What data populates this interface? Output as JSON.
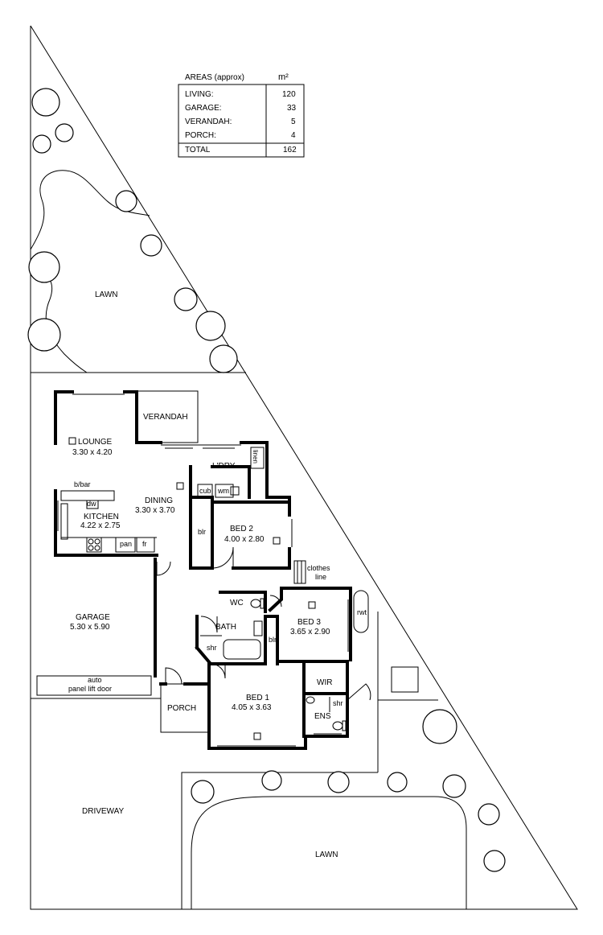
{
  "areas_table": {
    "header": "AREAS (approx)",
    "unit": "m²",
    "rows": [
      {
        "label": "LIVING:",
        "value": "120"
      },
      {
        "label": "GARAGE:",
        "value": "33"
      },
      {
        "label": "VERANDAH:",
        "value": "5"
      },
      {
        "label": "PORCH:",
        "value": "4"
      }
    ],
    "total_label": "TOTAL",
    "total_value": "162"
  },
  "rooms": {
    "lounge": {
      "name": "LOUNGE",
      "size": "3.30 x 4.20"
    },
    "verandah": {
      "name": "VERANDAH"
    },
    "ldry": {
      "name": "L'DRY"
    },
    "linen": {
      "name": "linen"
    },
    "cub": {
      "name": "cub"
    },
    "wm": {
      "name": "wm"
    },
    "bbar": {
      "name": "b/bar"
    },
    "dw": {
      "name": "dw"
    },
    "dining": {
      "name": "DINING",
      "size": "3.30 x 3.70"
    },
    "kitchen": {
      "name": "KITCHEN",
      "size": "4.22 x 2.75"
    },
    "pan": {
      "name": "pan"
    },
    "fr": {
      "name": "fr"
    },
    "bed2": {
      "name": "BED 2",
      "size": "4.00 x 2.80"
    },
    "bed2_blr": {
      "name": "blr"
    },
    "clothes_line": {
      "line1": "clothes",
      "line2": "line"
    },
    "wc": {
      "name": "WC"
    },
    "bath": {
      "name": "BATH"
    },
    "bath_shr": {
      "name": "shr"
    },
    "bed3": {
      "name": "BED 3",
      "size": "3.65 x 2.90"
    },
    "bed3_blr": {
      "name": "blr"
    },
    "rwt": {
      "name": "rwt"
    },
    "garage": {
      "name": "GARAGE",
      "size": "5.30 x 5.90"
    },
    "garage_door": {
      "line1": "auto",
      "line2": "panel lift door"
    },
    "porch": {
      "name": "PORCH"
    },
    "bed1": {
      "name": "BED 1",
      "size": "4.05 x 3.63"
    },
    "wir": {
      "name": "WIR"
    },
    "ens": {
      "name": "ENS"
    },
    "ens_shr": {
      "name": "shr"
    }
  },
  "site": {
    "lawn_top": "LAWN",
    "driveway": "DRIVEWAY",
    "lawn_bottom": "LAWN"
  }
}
